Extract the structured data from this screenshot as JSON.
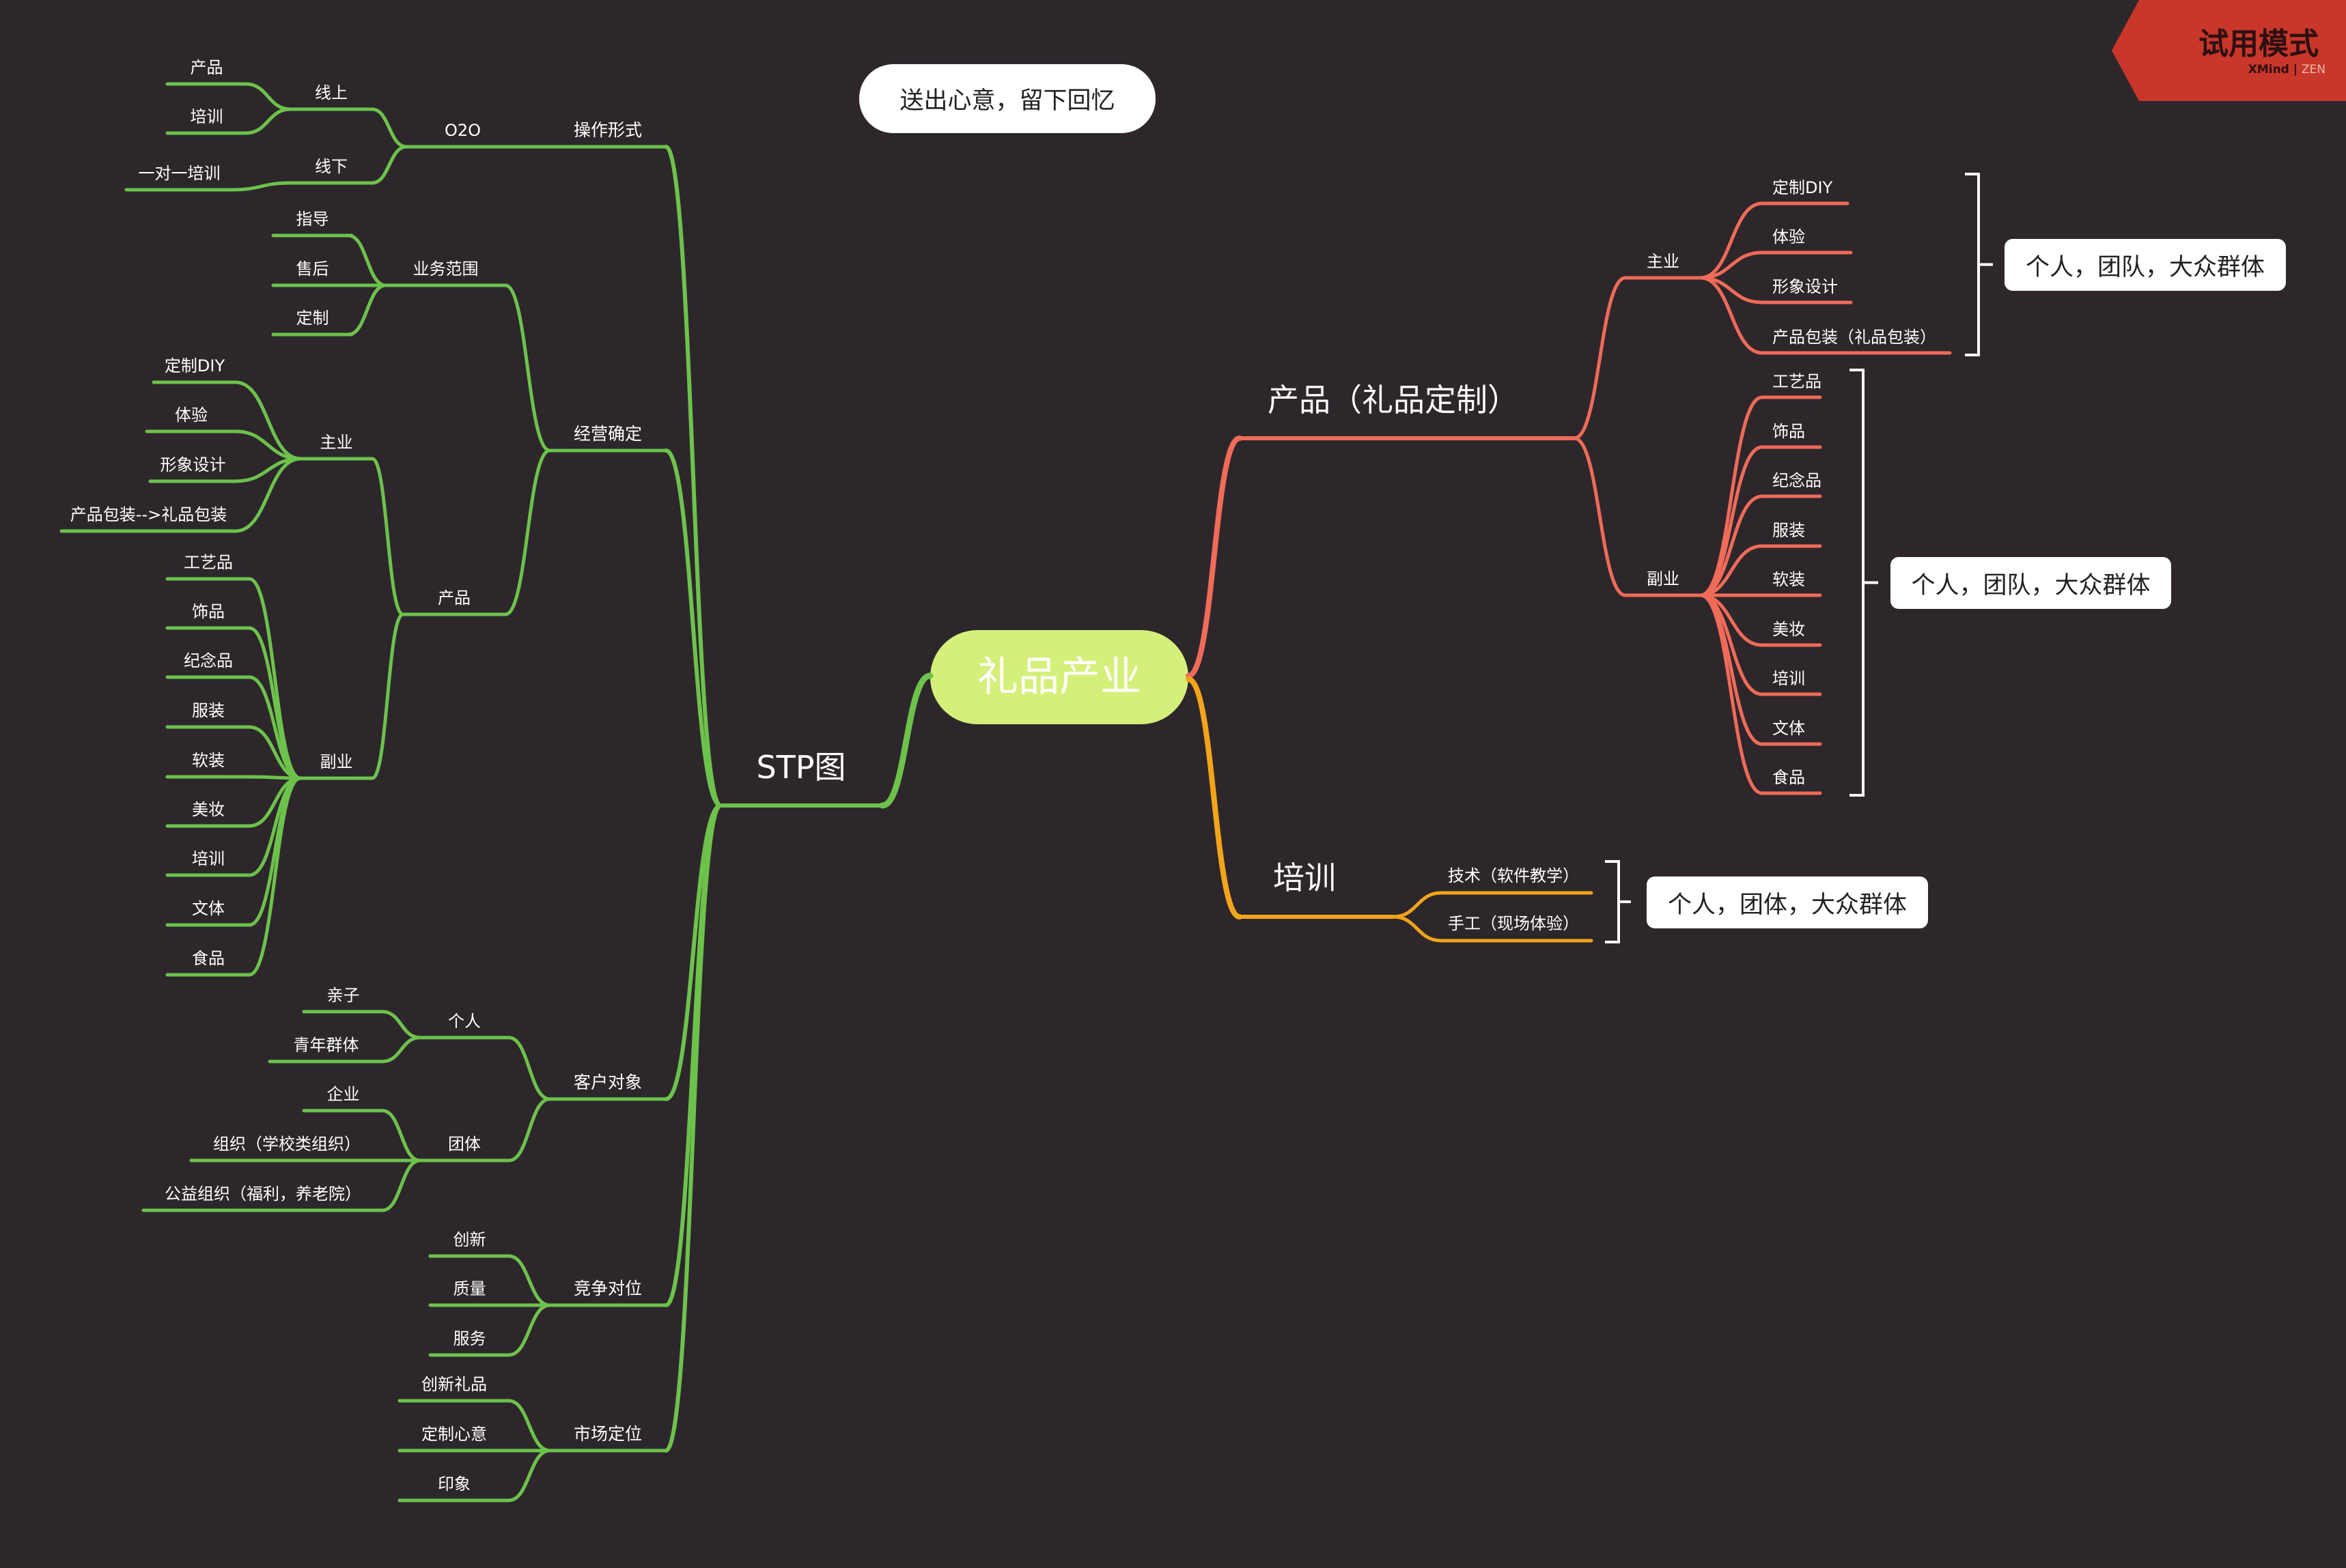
{
  "colors": {
    "background": "#2d272c",
    "green_branch": "#6dc24b",
    "coral_branch": "#f06b58",
    "amber_branch": "#f2a51a",
    "root_fill": "#d4f07a",
    "trial_badge": "#c8372a"
  },
  "root": {
    "label": "礼品产业"
  },
  "floating_topic": {
    "label": "送出心意，留下回忆"
  },
  "trial_badge": {
    "label": "试用模式",
    "brand": "XMind",
    "edition": "ZEN"
  },
  "left_branch": {
    "label": "STP图",
    "children": [
      {
        "label": "操作形式",
        "children": [
          {
            "label": "O2O",
            "children": [
              {
                "label": "线上",
                "children": [
                  {
                    "label": "产品"
                  },
                  {
                    "label": "培训"
                  }
                ]
              },
              {
                "label": "线下",
                "children": [
                  {
                    "label": "一对一培训"
                  }
                ]
              }
            ]
          }
        ]
      },
      {
        "label": "经营确定",
        "children": [
          {
            "label": "业务范围",
            "children": [
              {
                "label": "指导"
              },
              {
                "label": "售后"
              },
              {
                "label": "定制"
              }
            ]
          },
          {
            "label": "产品",
            "children": [
              {
                "label": "主业",
                "children": [
                  {
                    "label": "定制DIY"
                  },
                  {
                    "label": "体验"
                  },
                  {
                    "label": "形象设计"
                  },
                  {
                    "label": "产品包装-->礼品包装"
                  }
                ]
              },
              {
                "label": "副业",
                "children": [
                  {
                    "label": "工艺品"
                  },
                  {
                    "label": "饰品"
                  },
                  {
                    "label": "纪念品"
                  },
                  {
                    "label": "服装"
                  },
                  {
                    "label": "软装"
                  },
                  {
                    "label": "美妆"
                  },
                  {
                    "label": "培训"
                  },
                  {
                    "label": "文体"
                  },
                  {
                    "label": "食品"
                  }
                ]
              }
            ]
          }
        ]
      },
      {
        "label": "客户对象",
        "children": [
          {
            "label": "个人",
            "children": [
              {
                "label": "亲子"
              },
              {
                "label": "青年群体"
              }
            ]
          },
          {
            "label": "团体",
            "children": [
              {
                "label": "企业"
              },
              {
                "label": "组织（学校类组织）"
              },
              {
                "label": "公益组织（福利，养老院）"
              }
            ]
          }
        ]
      },
      {
        "label": "竞争对位",
        "children": [
          {
            "label": "创新"
          },
          {
            "label": "质量"
          },
          {
            "label": "服务"
          }
        ]
      },
      {
        "label": "市场定位",
        "children": [
          {
            "label": "创新礼品"
          },
          {
            "label": "定制心意"
          },
          {
            "label": "印象"
          }
        ]
      }
    ]
  },
  "right_branches": [
    {
      "label": "产品（礼品定制）",
      "children": [
        {
          "label": "主业",
          "children": [
            {
              "label": "定制DIY"
            },
            {
              "label": "体验"
            },
            {
              "label": "形象设计"
            },
            {
              "label": "产品包装（礼品包装）"
            }
          ]
        },
        {
          "label": "副业",
          "children": [
            {
              "label": "工艺品"
            },
            {
              "label": "饰品"
            },
            {
              "label": "纪念品"
            },
            {
              "label": "服装"
            },
            {
              "label": "软装"
            },
            {
              "label": "美妆"
            },
            {
              "label": "培训"
            },
            {
              "label": "文体"
            },
            {
              "label": "食品"
            }
          ]
        }
      ]
    },
    {
      "label": "培训",
      "children": [
        {
          "label": "技术（软件教学）"
        },
        {
          "label": "手工（现场体验）"
        }
      ]
    }
  ],
  "summaries": [
    {
      "label": "个人，团队，大众群体"
    },
    {
      "label": "个人，团队，大众群体"
    },
    {
      "label": "个人，团体，大众群体"
    }
  ]
}
